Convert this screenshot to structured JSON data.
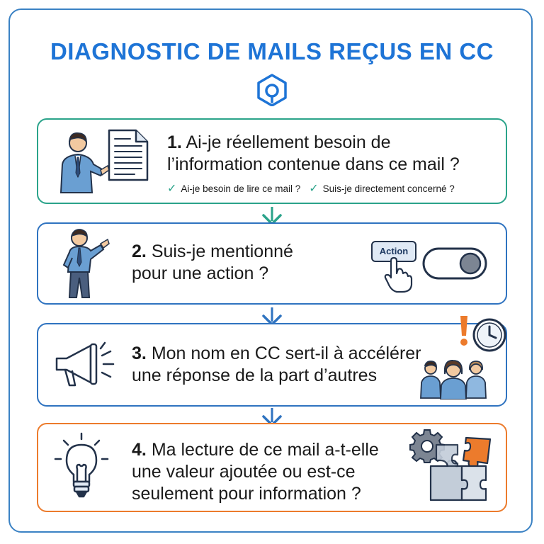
{
  "title": "DIAGNOSTIC DE MAILS REÇUS EN CC",
  "cards": [
    {
      "number": "1.",
      "line1": "Ai-je réellement besoin de",
      "line2": "l’information contenue dans ce mail ?",
      "checks": [
        "Ai-je besoin de lire ce mail ?",
        "Suis-je directement concerné ?"
      ]
    },
    {
      "number": "2.",
      "line1": "Suis-je mentionné",
      "line2": "pour une action ?",
      "action_button": "Action"
    },
    {
      "number": "3.",
      "line1": "Mon nom en CC sert-il à accélérer",
      "line2": "une réponse de la part d’autres"
    },
    {
      "number": "4.",
      "line1": "Ma lecture de ce mail a-t-elle",
      "line2": "une valeur ajoutée ou est-ce",
      "line3": "seulement pour information ?"
    }
  ],
  "colors": {
    "title": "#1e74d6",
    "frame": "#3b82c4",
    "card1_border": "#2aa38a",
    "card_border": "#2f73c0",
    "card4_border": "#ec7b2c",
    "check": "#2aa38a",
    "accent_orange": "#ec7b2c"
  },
  "icons": [
    "presenter-icon",
    "document-icon",
    "businessman-pointing-icon",
    "action-button-icon",
    "toggle-switch-icon",
    "megaphone-icon",
    "exclamation-icon",
    "clock-icon",
    "people-group-icon",
    "lightbulb-icon",
    "gear-icon",
    "puzzle-icon",
    "logo-icon",
    "arrow-down-icon"
  ]
}
